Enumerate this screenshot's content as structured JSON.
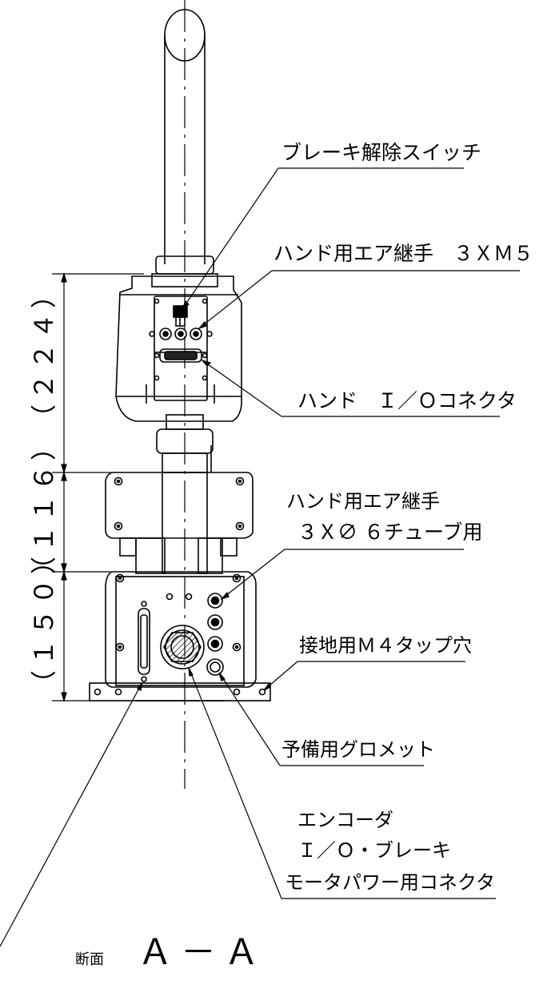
{
  "labels": {
    "brake_release_switch": "ブレーキ解除スイッチ",
    "hand_air_joint_m5": "ハンド用エア継手　３ＸＭ５",
    "hand_io_connector": "ハンド　Ｉ／Ｏコネクタ",
    "hand_air_joint_tube_line1": "ハンド用エア継手",
    "hand_air_joint_tube_line2": "３Ｘ∅ ６チューブ用",
    "ground_tap_hole": "接地用Ｍ４タップ穴",
    "spare_grommet": "予備用グロメット",
    "connector_line1": "エンコーダ",
    "connector_line2": "Ｉ／Ｏ・ブレーキ",
    "connector_line3": "モータパワー用コネクタ"
  },
  "dimensions": {
    "upper": "（２２４）",
    "middle": "（１１６）",
    "lower": "（１５０）"
  },
  "section": {
    "prefix": "断面",
    "name": "Ａ－Ａ"
  }
}
